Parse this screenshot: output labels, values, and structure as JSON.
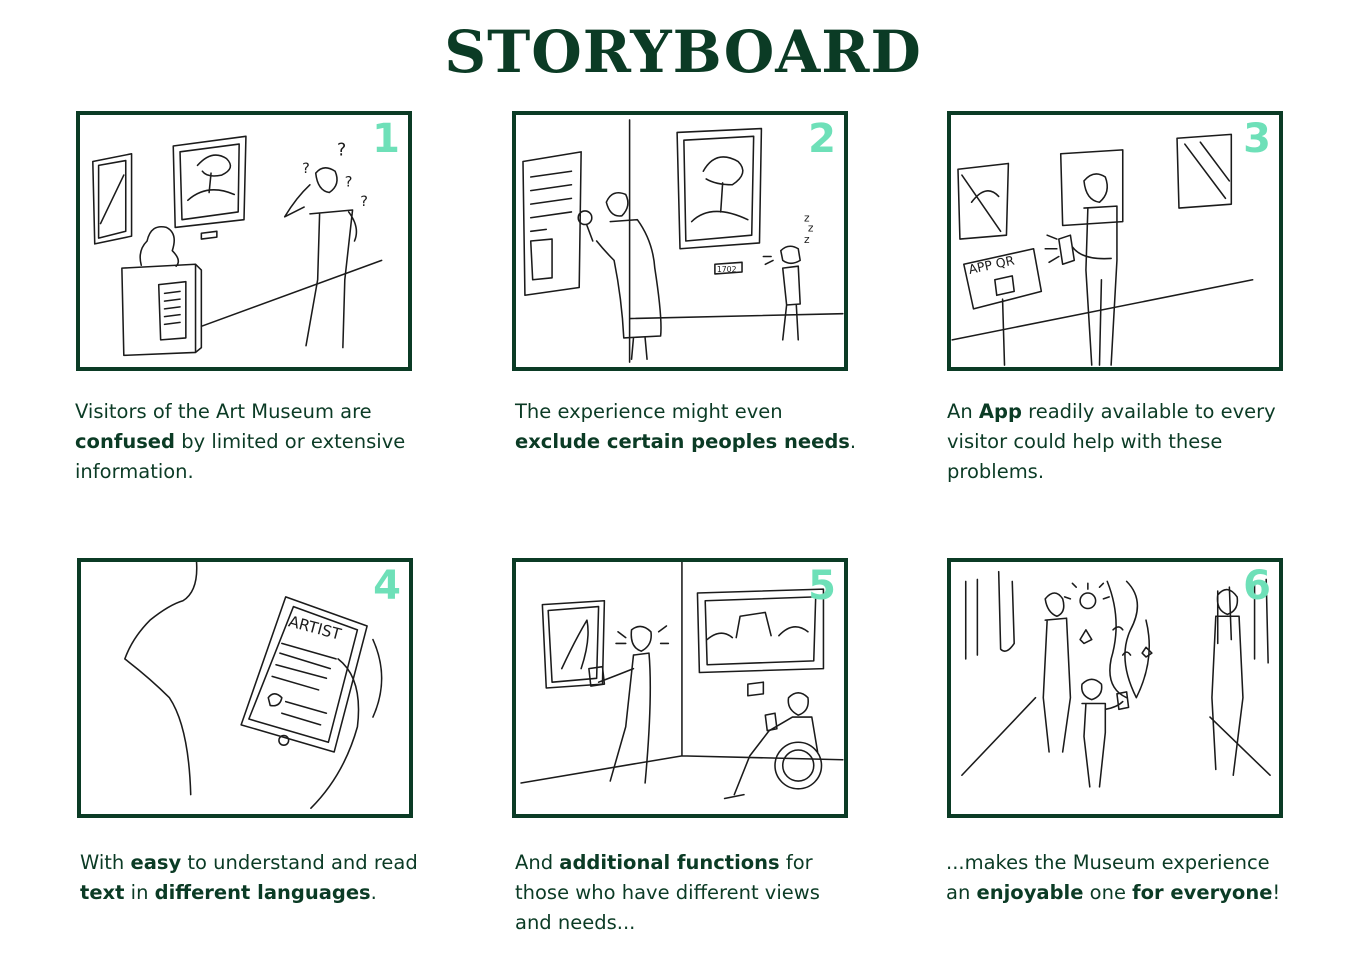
{
  "title": "STORYBOARD",
  "panels": [
    {
      "number": "1",
      "caption": [
        {
          "t": "Visitors of the Art Museum are ",
          "b": false
        },
        {
          "t": "confused",
          "b": true
        },
        {
          "t": " by limited or extensive information.",
          "b": false
        }
      ]
    },
    {
      "number": "2",
      "caption": [
        {
          "t": "The experience might even ",
          "b": false
        },
        {
          "t": "exclude certain peoples needs",
          "b": true
        },
        {
          "t": ".",
          "b": false
        }
      ]
    },
    {
      "number": "3",
      "caption": [
        {
          "t": "An ",
          "b": false
        },
        {
          "t": "App",
          "b": true
        },
        {
          "t": " readily available to every visitor could help with these problems.",
          "b": false
        }
      ]
    },
    {
      "number": "4",
      "caption": [
        {
          "t": "With ",
          "b": false
        },
        {
          "t": "easy",
          "b": true
        },
        {
          "t": " to understand and read ",
          "b": false
        },
        {
          "t": "text",
          "b": true
        },
        {
          "t": " in ",
          "b": false
        },
        {
          "t": "different languages",
          "b": true
        },
        {
          "t": ".",
          "b": false
        }
      ]
    },
    {
      "number": "5",
      "caption": [
        {
          "t": "And ",
          "b": false
        },
        {
          "t": "additional functions",
          "b": true
        },
        {
          "t": " for those who have different views and needs...",
          "b": false
        }
      ]
    },
    {
      "number": "6",
      "caption": [
        {
          "t": "...makes the Museum experience an ",
          "b": false
        },
        {
          "t": "enjoyable",
          "b": true
        },
        {
          "t": " one ",
          "b": false
        },
        {
          "t": "for everyone",
          "b": true
        },
        {
          "t": "!",
          "b": false
        }
      ]
    }
  ],
  "sketch_text": {
    "year_label": "1702",
    "app_sign": "APP QR",
    "artist_label": "ARTIST"
  },
  "colors": {
    "primary": "#0b3b25",
    "accent": "#6ee0b8"
  }
}
